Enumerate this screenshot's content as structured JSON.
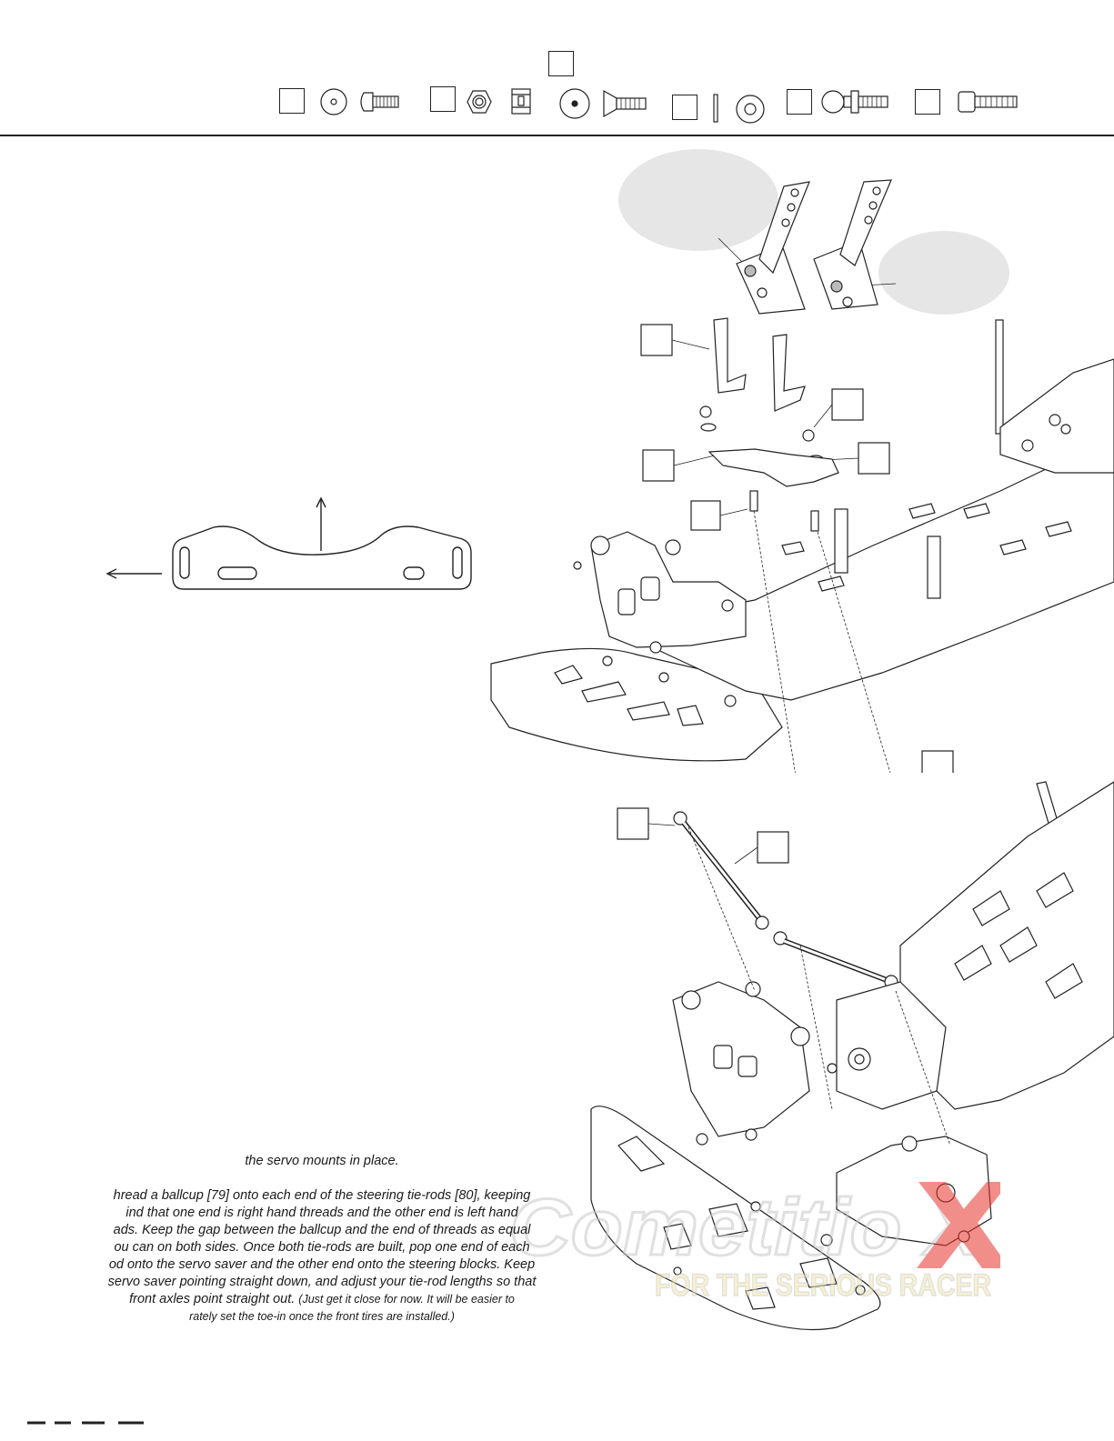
{
  "hardware_strip": {
    "items": [
      {
        "icon": "button-head-screw-with-washer-icon"
      },
      {
        "icon": "locknut-icon"
      },
      {
        "icon": "flat-head-screw-with-washer-icon"
      },
      {
        "icon": "shim-and-washer-icon"
      },
      {
        "icon": "ball-stud-icon"
      },
      {
        "icon": "cap-screw-icon"
      }
    ]
  },
  "diagram": {
    "top_assembly": "servo-mount-exploded-view",
    "bottom_assembly": "steering-tie-rod-assembly",
    "servo_saver_plate": "servo-saver-plate-outline"
  },
  "instructions": {
    "line1": "the servo mounts in place.",
    "line2": "hread a ballcup [79] onto each end of the steering tie-rods [80], keeping",
    "line3": "ind that one end is right hand threads and the other end is left hand",
    "line4": "ads. Keep the gap between the ballcup and the end of threads as equal",
    "line5": "ou can on both sides. Once both tie-rods are built, pop one end of each",
    "line6": "od onto the servo saver and the other end onto the steering blocks. Keep",
    "line7": "servo saver pointing straight down, and adjust your tie-rod lengths so that",
    "line8a": "front axles point straight out.",
    "line8b": "(Just get it close for now. It will be easier to",
    "line9": "rately set the toe-in once the front tires are installed.)"
  },
  "watermark": {
    "brand": "Cometitio X",
    "tagline": "FOR THE SERIOUS RACER"
  },
  "colors": {
    "line": "#222222",
    "callout_fill": "#e6e6e6",
    "watermark_red": "#e8332a",
    "watermark_gray": "#c8c8c8",
    "watermark_yellow": "#f3e7a6"
  }
}
